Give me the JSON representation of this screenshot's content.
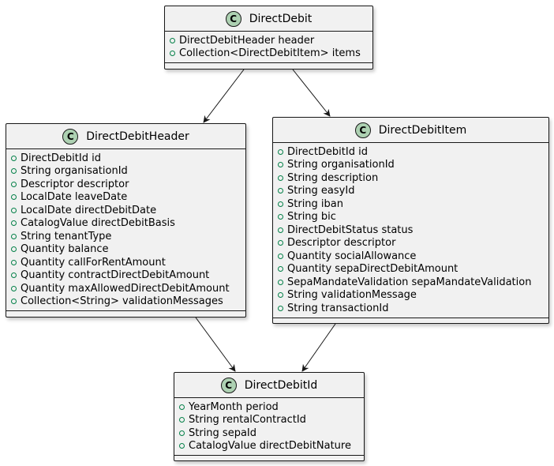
{
  "diagram": {
    "classes": [
      {
        "id": "direct-debit",
        "stereotype": "C",
        "name": "DirectDebit",
        "attributes": [
          "DirectDebitHeader header",
          "Collection<DirectDebitItem> items"
        ]
      },
      {
        "id": "direct-debit-header",
        "stereotype": "C",
        "name": "DirectDebitHeader",
        "attributes": [
          "DirectDebitId id",
          "String organisationId",
          "Descriptor descriptor",
          "LocalDate leaveDate",
          "LocalDate directDebitDate",
          "CatalogValue directDebitBasis",
          "String tenantType",
          "Quantity balance",
          "Quantity callForRentAmount",
          "Quantity contractDirectDebitAmount",
          "Quantity maxAllowedDirectDebitAmount",
          "Collection<String> validationMessages"
        ]
      },
      {
        "id": "direct-debit-item",
        "stereotype": "C",
        "name": "DirectDebitItem",
        "attributes": [
          "DirectDebitId id",
          "String organisationId",
          "String description",
          "String easyId",
          "String iban",
          "String bic",
          "DirectDebitStatus status",
          "Descriptor descriptor",
          "Quantity socialAllowance",
          "Quantity sepaDirectDebitAmount",
          "SepaMandateValidation sepaMandateValidation",
          "String validationMessage",
          "String transactionId"
        ]
      },
      {
        "id": "direct-debit-id",
        "stereotype": "C",
        "name": "DirectDebitId",
        "attributes": [
          "YearMonth period",
          "String rentalContractId",
          "String sepaId",
          "CatalogValue directDebitNature"
        ]
      }
    ],
    "relations": [
      {
        "from": "direct-debit",
        "to": "direct-debit-header",
        "type": "association"
      },
      {
        "from": "direct-debit",
        "to": "direct-debit-item",
        "type": "association"
      },
      {
        "from": "direct-debit-header",
        "to": "direct-debit-id",
        "type": "association"
      },
      {
        "from": "direct-debit-item",
        "to": "direct-debit-id",
        "type": "association"
      }
    ],
    "colors": {
      "class_fill": "#f1f1f1",
      "border": "#181818",
      "badge_fill": "#add1b2",
      "visibility_public": "#038048"
    }
  }
}
